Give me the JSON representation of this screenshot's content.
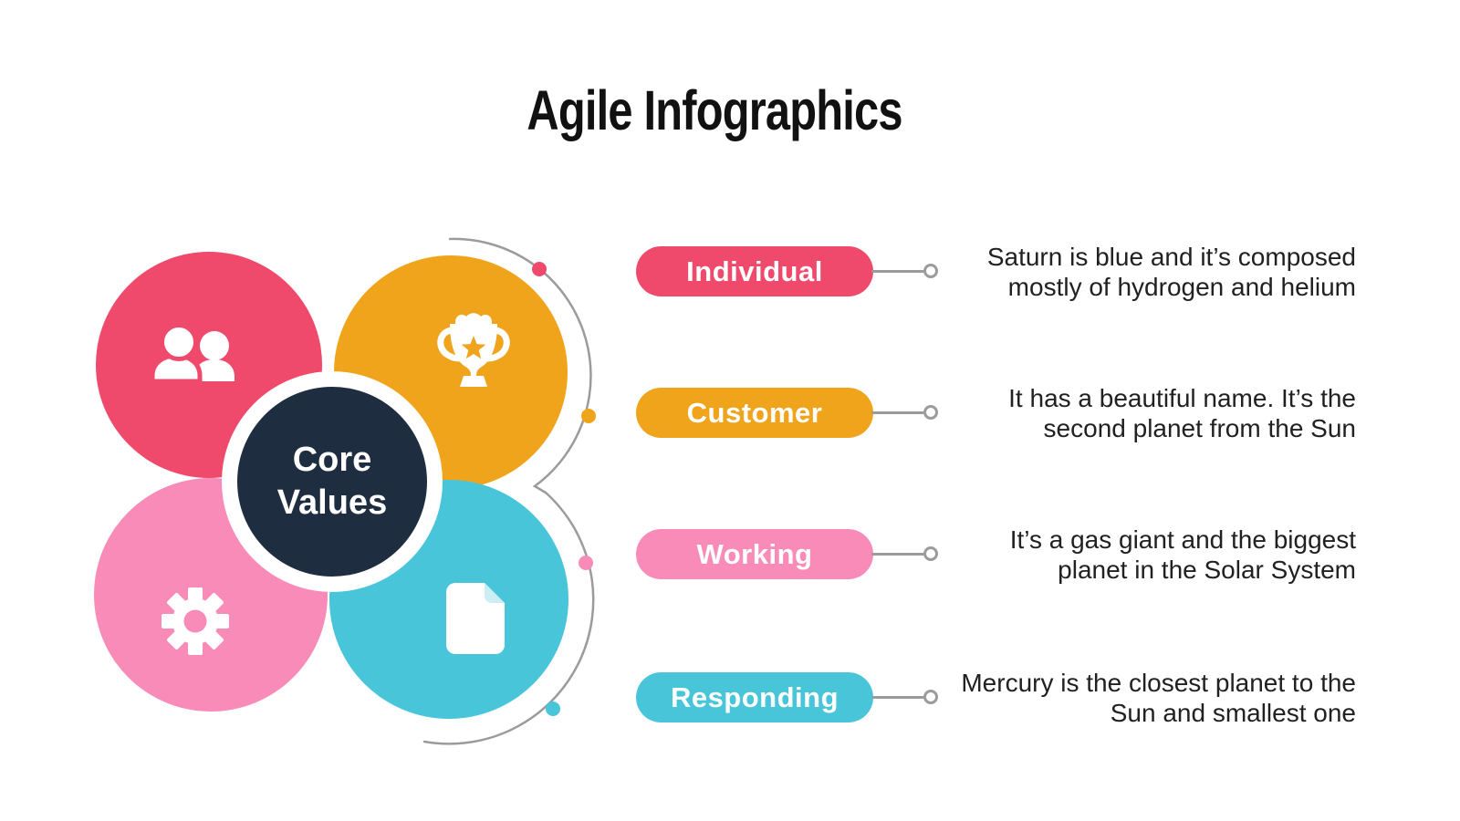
{
  "title": "Agile Infographics",
  "center_circle": {
    "line1": "Core",
    "line2": "Values"
  },
  "rows": [
    {
      "label": "Individual",
      "icon": "people-icon",
      "color": "#EF4A6B",
      "description_line1": "Saturn is blue and it’s composed",
      "description_line2": "mostly of hydrogen and helium"
    },
    {
      "label": "Customer",
      "icon": "trophy-icon",
      "color": "#F0A41C",
      "description_line1": "It has a beautiful name. It’s the",
      "description_line2": "second planet from the Sun"
    },
    {
      "label": "Working",
      "icon": "gear-icon",
      "color": "#F98BB9",
      "description_line1": "It’s a gas giant and the biggest",
      "description_line2": "planet in the Solar System"
    },
    {
      "label": "Responding",
      "icon": "document-icon",
      "color": "#48C5D9",
      "description_line1": "Mercury is the closest planet to the",
      "description_line2": "Sun and smallest one"
    }
  ],
  "colors": {
    "navy": "#1F2D40",
    "connector": "#9B9B9B",
    "text": "#212121",
    "title": "#111111",
    "background": "#FFFFFF"
  }
}
